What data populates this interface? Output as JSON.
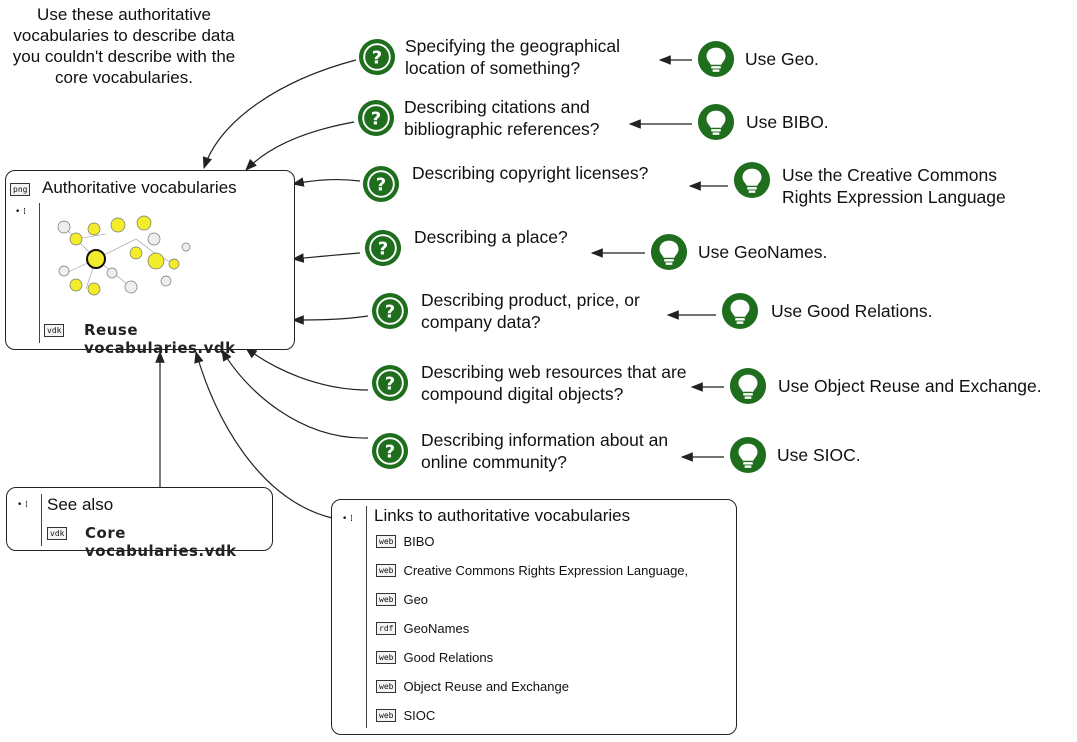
{
  "intro_text": "Use these authoritative vocabularies to describe data you couldn't describe with the core vocabularies.",
  "main_box": {
    "title": "Authoritative vocabularies",
    "image_tag": "png",
    "file_tag": "vdk",
    "file_name": "Reuse vocabularies.vdk"
  },
  "questions": [
    {
      "q": "Specifying the geographical location of something?",
      "a": "Use Geo."
    },
    {
      "q": "Describing citations and bibliographic references?",
      "a": "Use BIBO."
    },
    {
      "q": "Describing  copyright licenses?",
      "a": "Use the Creative Commons Rights Expression Language"
    },
    {
      "q": "Describing a place?",
      "a": "Use GeoNames."
    },
    {
      "q": "Describing product, price, or company data?",
      "a": "Use Good Relations."
    },
    {
      "q": "Describing web resources that are compound digital objects?",
      "a": "Use Object Reuse and Exchange."
    },
    {
      "q": "Describing information about an online community?",
      "a": "Use SIOC."
    }
  ],
  "see_also": {
    "title": "See also",
    "file_tag": "vdk",
    "file_name": "Core vocabularies.vdk"
  },
  "links_box": {
    "title": "Links to authoritative vocabularies",
    "items": [
      {
        "tag": "web",
        "label": "BIBO"
      },
      {
        "tag": "web",
        "label": "Creative Commons Rights Expression Language,"
      },
      {
        "tag": "web",
        "label": "Geo"
      },
      {
        "tag": "rdf",
        "label": "GeoNames"
      },
      {
        "tag": "web",
        "label": "Good Relations"
      },
      {
        "tag": "web",
        "label": "Object Reuse and Exchange"
      },
      {
        "tag": "web",
        "label": "SIOC"
      }
    ]
  },
  "colors": {
    "icon_green": "#1e6e1e"
  },
  "icons": {
    "question": "question-mark-icon",
    "answer": "lightbulb-icon"
  }
}
